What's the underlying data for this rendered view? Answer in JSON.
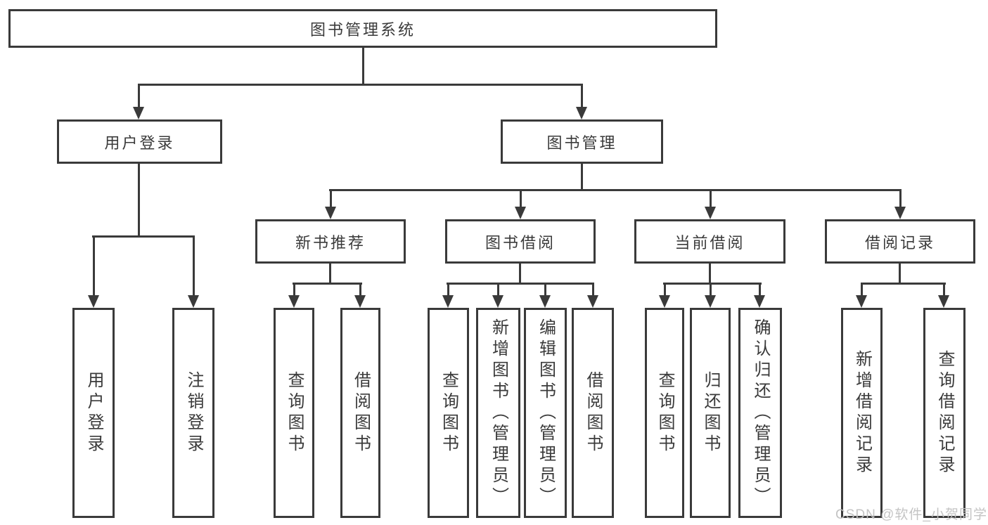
{
  "tree": {
    "label": "图书管理系统",
    "children": [
      {
        "label": "用户登录",
        "children": [
          {
            "label": "用户登录"
          },
          {
            "label": "注销登录"
          }
        ]
      },
      {
        "label": "图书管理",
        "children": [
          {
            "label": "新书推荐",
            "children": [
              {
                "label": "查询图书"
              },
              {
                "label": "借阅图书"
              }
            ]
          },
          {
            "label": "图书借阅",
            "children": [
              {
                "label": "查询图书"
              },
              {
                "label": "新增图书（管理员）"
              },
              {
                "label": "编辑图书（管理员）"
              },
              {
                "label": "借阅图书"
              }
            ]
          },
          {
            "label": "当前借阅",
            "children": [
              {
                "label": "查询图书"
              },
              {
                "label": "归还图书"
              },
              {
                "label": "确认归还（管理员）"
              }
            ]
          },
          {
            "label": "借阅记录",
            "children": [
              {
                "label": "新增借阅记录"
              },
              {
                "label": "查询借阅记录"
              }
            ]
          }
        ]
      }
    ]
  },
  "colors": {
    "line": "#3a3a3a",
    "text": "#3a3a3a",
    "background": "#ffffff",
    "watermark": "#c1c1c1"
  },
  "watermark": {
    "text": "CSDN @软件_小贺同学"
  }
}
